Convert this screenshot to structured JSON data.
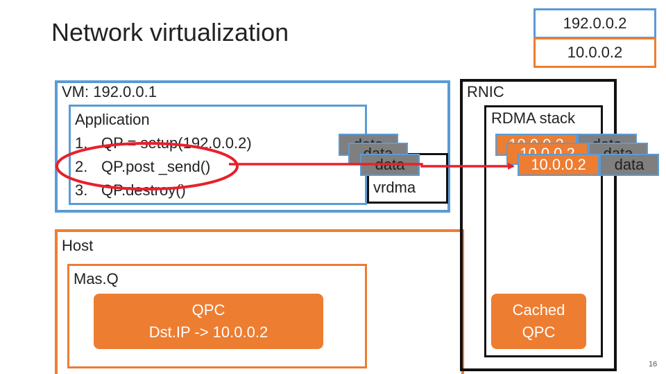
{
  "title": "Network virtualization",
  "address_boxes": {
    "overlay": "192.0.0.2",
    "physical": "10.0.0.2"
  },
  "vm": {
    "label": "VM: 192.0.0.1",
    "app_label": "Application",
    "steps": [
      {
        "num": "1.",
        "text": "QP = setup(192.0.0.2)"
      },
      {
        "num": "2.",
        "text": "QP.post _send()"
      },
      {
        "num": "3.",
        "text": "QP.destroy()"
      }
    ]
  },
  "vm_packets": [
    "data",
    "data",
    "data"
  ],
  "vrdma_label": "vrdma",
  "rnic": {
    "label": "RNIC",
    "stack_label": "RDMA stack",
    "packets": [
      {
        "ip": "10.0.0.2",
        "payload": "data"
      },
      {
        "ip": "10.0.0.2",
        "payload": "data"
      },
      {
        "ip": "10.0.0.2",
        "payload": "data"
      }
    ]
  },
  "host": {
    "label": "Host",
    "masq_label": "Mas.Q",
    "qpc_lines": [
      "QPC",
      "Dst.IP -> 10.0.0.2"
    ]
  },
  "cached_lines": [
    "Cached",
    "QPC"
  ],
  "page_number": "16",
  "colors": {
    "blue": "#5b9bd5",
    "orange": "#ed7d31",
    "red": "#e8202a",
    "grey": "#7f7f7f",
    "black": "#111111"
  }
}
